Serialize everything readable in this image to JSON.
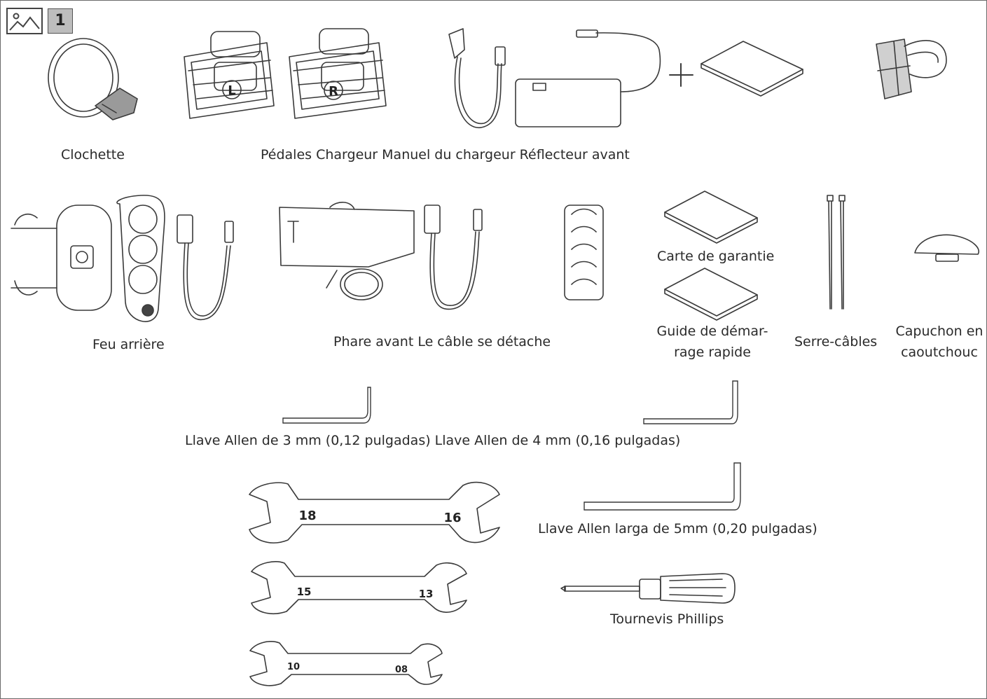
{
  "header": {
    "badge_number": "1",
    "image_icon": "image-icon"
  },
  "labels": {
    "bell": "Clochette",
    "row1": "Pédales Chargeur Manuel du chargeur Réflecteur avant",
    "tail_light": "Feu arrière",
    "headlight": "Phare avant Le câble se détache",
    "warranty": "Carte de garantie",
    "quick_start_1": "Guide de démar-",
    "quick_start_2": "rage rapide",
    "zip_ties": "Serre-câbles",
    "rubber_cap_1": "Capuchon en",
    "rubber_cap_2": "caoutchouc",
    "allen_3_4": "Llave Allen de 3 mm (0,12 pulgadas) Llave Allen de 4 mm (0,16 pulgadas)",
    "allen_5": "Llave Allen larga de 5mm (0,20 pulgadas)",
    "screwdriver": "Tournevis Phillips"
  },
  "pedals": {
    "left": "L",
    "right": "R"
  },
  "wrenches": [
    {
      "left": "18",
      "right": "16"
    },
    {
      "left": "15",
      "right": "13"
    },
    {
      "left": "10",
      "right": "08"
    }
  ],
  "colors": {
    "stroke": "#3a3a3a",
    "badge": "#bdbdbd"
  }
}
